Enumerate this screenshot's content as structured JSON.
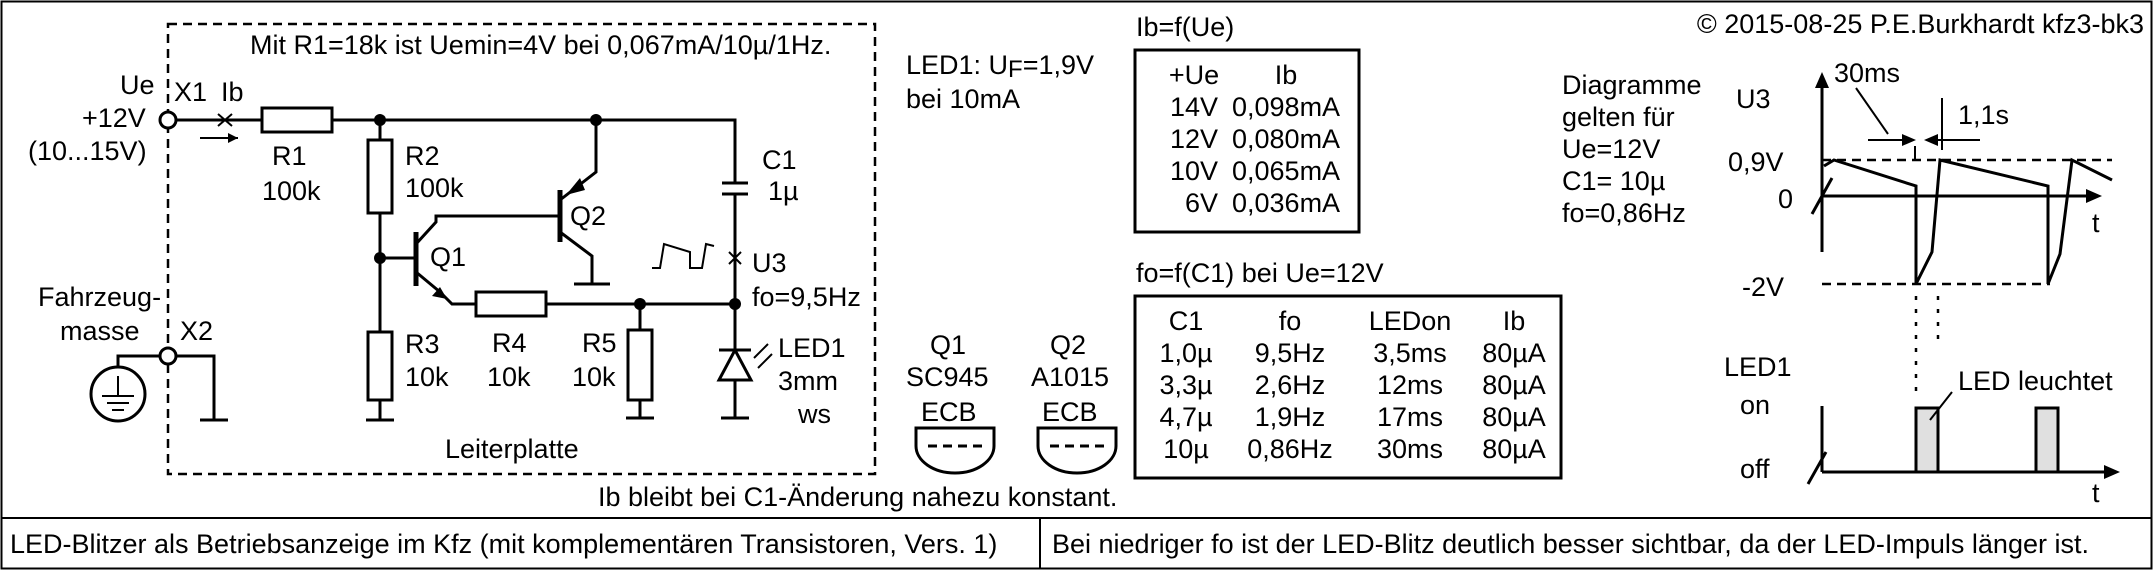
{
  "copyright": "© 2015-08-25 P.E.Burkhardt kfz3-bk3",
  "pcb_note": "Mit R1=18k ist Uemin=4V bei 0,067mA/10µ/1Hz.",
  "pcb_label": "Leiterplatte",
  "ib_constant_note": "Ib bleibt bei C1-Änderung nahezu konstant.",
  "input": {
    "name": "Ue",
    "voltage": "+12V",
    "range": "(10...15V)",
    "x1": "X1",
    "ib": "Ib"
  },
  "ground": {
    "line1": "Fahrzeug-",
    "line2": "masse",
    "x2": "X2"
  },
  "components": {
    "r1": {
      "name": "R1",
      "value": "100k"
    },
    "r2": {
      "name": "R2",
      "value": "100k"
    },
    "r3": {
      "name": "R3",
      "value": "10k"
    },
    "r4": {
      "name": "R4",
      "value": "10k"
    },
    "r5": {
      "name": "R5",
      "value": "10k"
    },
    "c1": {
      "name": "C1",
      "value": "1µ"
    },
    "q1": "Q1",
    "q2": "Q2",
    "u3": "U3",
    "fo": "fo=9,5Hz",
    "led1": {
      "name": "LED1",
      "size": "3mm",
      "color": "ws"
    }
  },
  "led_spec": {
    "line1_prefix": "LED1: U",
    "line1_sub": "F",
    "line1_suffix": "=1,9V",
    "line2": "bei 10mA"
  },
  "transistors": [
    {
      "name": "Q1",
      "type": "SC945",
      "pins": "ECB"
    },
    {
      "name": "Q2",
      "type": "A1015",
      "pins": "ECB"
    }
  ],
  "ib_table": {
    "title": "Ib=f(Ue)",
    "headers": [
      "+Ue",
      "Ib"
    ],
    "rows": [
      [
        "14V",
        "0,098mA"
      ],
      [
        "12V",
        "0,080mA"
      ],
      [
        "10V",
        "0,065mA"
      ],
      [
        "6V",
        "0,036mA"
      ]
    ]
  },
  "fo_table": {
    "title": "fo=f(C1) bei Ue=12V",
    "headers": [
      "C1",
      "fo",
      "LEDon",
      "Ib"
    ],
    "rows": [
      [
        "1,0µ",
        "9,5Hz",
        "3,5ms",
        "80µA"
      ],
      [
        "3,3µ",
        "2,6Hz",
        "12ms",
        "80µA"
      ],
      [
        "4,7µ",
        "1,9Hz",
        "17ms",
        "80µA"
      ],
      [
        "10µ",
        "0,86Hz",
        "30ms",
        "80µA"
      ]
    ]
  },
  "diagram_note": [
    "Diagramme",
    "gelten für",
    "Ue=12V",
    "C1= 10µ",
    "fo=0,86Hz"
  ],
  "timing": {
    "u3_label": "U3",
    "t_label": "t",
    "ms30": "30ms",
    "s11": "1,1s",
    "v09": "0,9V",
    "v0": "0",
    "vm2": "-2V",
    "led1_label": "LED1",
    "on": "on",
    "off": "off",
    "led_leuchtet": "LED leuchtet"
  },
  "footer": {
    "left": "LED-Blitzer als Betriebsanzeige im Kfz (mit komplementären Transistoren, Vers. 1)",
    "right": "Bei niedriger fo ist der LED-Blitz deutlich besser sichtbar, da der LED-Impuls länger ist."
  }
}
